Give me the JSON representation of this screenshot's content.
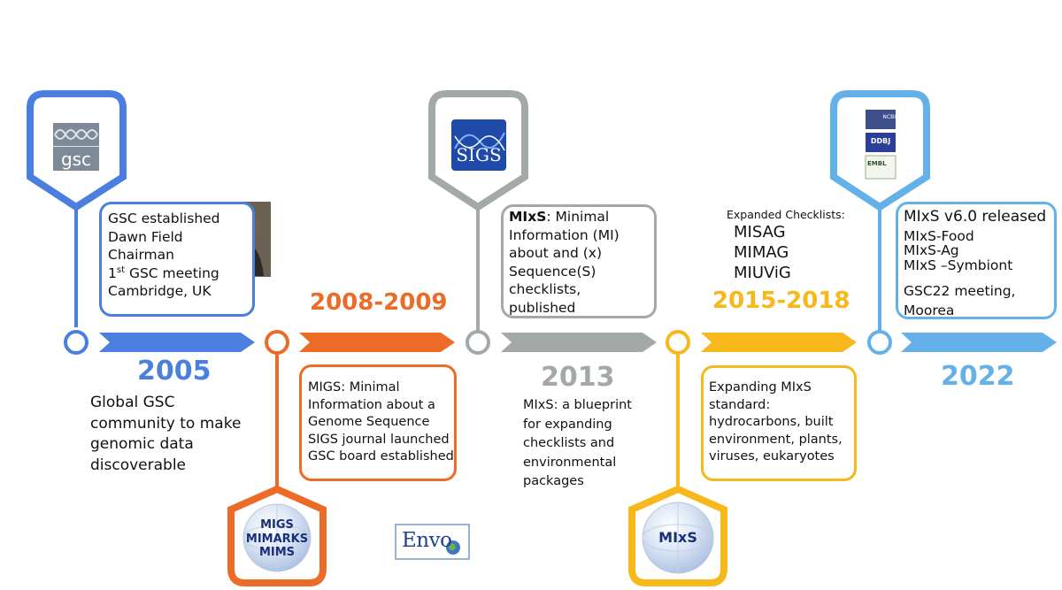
{
  "colors": {
    "blue": "#4a7fdf",
    "orange": "#ec6b27",
    "gray": "#a3a9a8",
    "gold": "#f6b81a",
    "light_blue": "#64b1ea"
  },
  "milestones": {
    "m2005": {
      "year": "2005",
      "box_lines": [
        "GSC established",
        "Dawn Field",
        "Chairman",
        "1",
        "st",
        " GSC meeting",
        "Cambridge, UK"
      ],
      "below_lines": [
        "Global GSC",
        "community to make",
        "genomic data",
        "discoverable"
      ],
      "logo_text": "gsc",
      "photo_icon": "person-photo"
    },
    "m2008": {
      "year": "2008-2009",
      "box_lines": [
        "MIGS: Minimal",
        "Information about a",
        "Genome Sequence",
        "SIGS journal launched",
        "GSC board established"
      ],
      "globe_lines": [
        "MIGS",
        "MIMARKS",
        "MIMS"
      ],
      "envo_text": "Envo"
    },
    "m2013": {
      "year": "2013",
      "box_lines": [
        "MIxS",
        ": Minimal",
        "Information (MI)",
        "about and (x)",
        "Sequence(S)",
        "checklists,",
        "published"
      ],
      "below_lines": [
        "MIxS: a blueprint",
        "for expanding",
        "checklists and",
        "environmental",
        "packages"
      ],
      "logo_text": "SIGS"
    },
    "m2015": {
      "year": "2015-2018",
      "checklist_title": "Expanded Checklists:",
      "checklists": [
        "MISAG",
        "MIMAG",
        "MIUViG"
      ],
      "box_lines": [
        "Expanding MIxS",
        "standard:",
        "hydrocarbons, built",
        "environment, plants,",
        "viruses, eukaryotes"
      ],
      "globe_text": "MIxS"
    },
    "m2022": {
      "year": "2022",
      "box_lines": [
        "MIxS v6.0 released",
        "MIxS-Food",
        "MIxS-Ag",
        "MIxS –Symbiont",
        "GSC22 meeting,",
        "Moorea"
      ],
      "logo_labels": [
        "NCBI",
        "DDBJ",
        "EMBL"
      ]
    }
  }
}
